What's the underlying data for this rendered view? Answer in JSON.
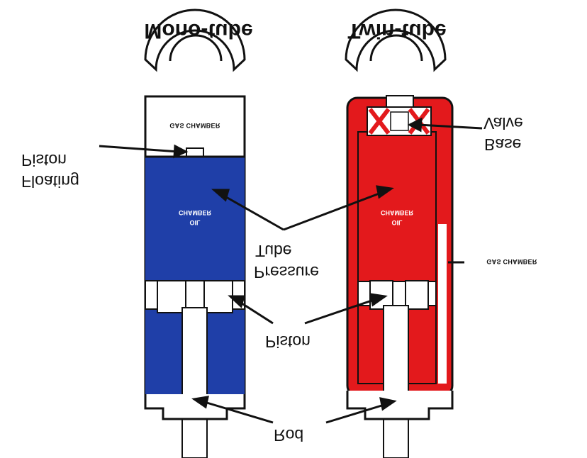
{
  "titles": {
    "mono": "Mono-tube",
    "twin": "Twin-tube"
  },
  "labels": {
    "floating_piston_1": "Floating",
    "floating_piston_2": "Piston",
    "gas_chamber": "GAS CHAMBER",
    "oil_chamber_1": "OIL",
    "oil_chamber_2": "CHAMBER",
    "pressure_tube_1": "Pressure",
    "pressure_tube_2": "Tube",
    "piston": "Piston",
    "rod": "Rod",
    "base_valve_1": "Base",
    "base_valve_2": "Valve"
  },
  "colors": {
    "mono_oil": "#1f3fa8",
    "twin_oil": "#e3191c",
    "outline": "#111111",
    "background": "#ffffff"
  }
}
